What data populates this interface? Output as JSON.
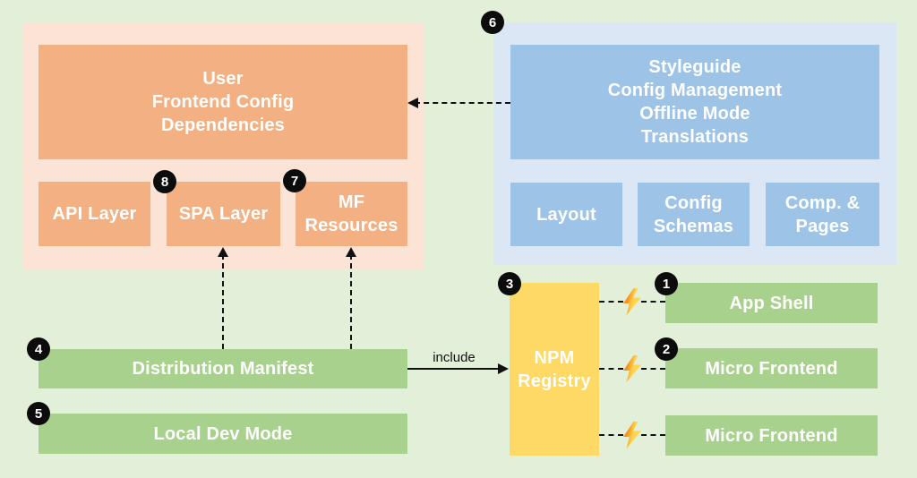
{
  "diagram": {
    "frontend": {
      "main": {
        "lines": [
          "User",
          "Frontend Config",
          "Dependencies"
        ]
      },
      "api_layer": {
        "label": "API Layer"
      },
      "spa_layer": {
        "label": "SPA Layer",
        "badge": "8"
      },
      "mf_resources": {
        "lines": [
          "MF",
          "Resources"
        ],
        "badge": "7"
      }
    },
    "platform": {
      "badge": "6",
      "main": {
        "lines": [
          "Styleguide",
          "Config Management",
          "Offline Mode",
          "Translations"
        ]
      },
      "layout": {
        "label": "Layout"
      },
      "config_schemas": {
        "lines": [
          "Config",
          "Schemas"
        ]
      },
      "comp_pages": {
        "lines": [
          "Comp. &",
          "Pages"
        ]
      }
    },
    "registry": {
      "badge": "3",
      "lines": [
        "NPM",
        "Registry"
      ]
    },
    "consumers": {
      "app_shell": {
        "badge": "1",
        "label": "App Shell"
      },
      "micro_frontend_a": {
        "badge": "2",
        "label": "Micro Frontend"
      },
      "micro_frontend_b": {
        "label": "Micro Frontend"
      }
    },
    "distribution_manifest": {
      "badge": "4",
      "label": "Distribution Manifest"
    },
    "local_dev_mode": {
      "badge": "5",
      "label": "Local Dev Mode"
    },
    "labels": {
      "include": "include"
    },
    "colors": {
      "background": "#e2efd9",
      "frontend_panel": "#fbe3d5",
      "frontend_box": "#f3b183",
      "platform_panel": "#dbe7f4",
      "platform_box": "#9dc3e6",
      "green_box": "#a9d18e",
      "yellow_box": "#ffd966",
      "badge": "#0c0c0c",
      "connector": "#111111",
      "bolt_orange": "#f7941d",
      "bolt_yellow": "#ffd54f"
    }
  }
}
